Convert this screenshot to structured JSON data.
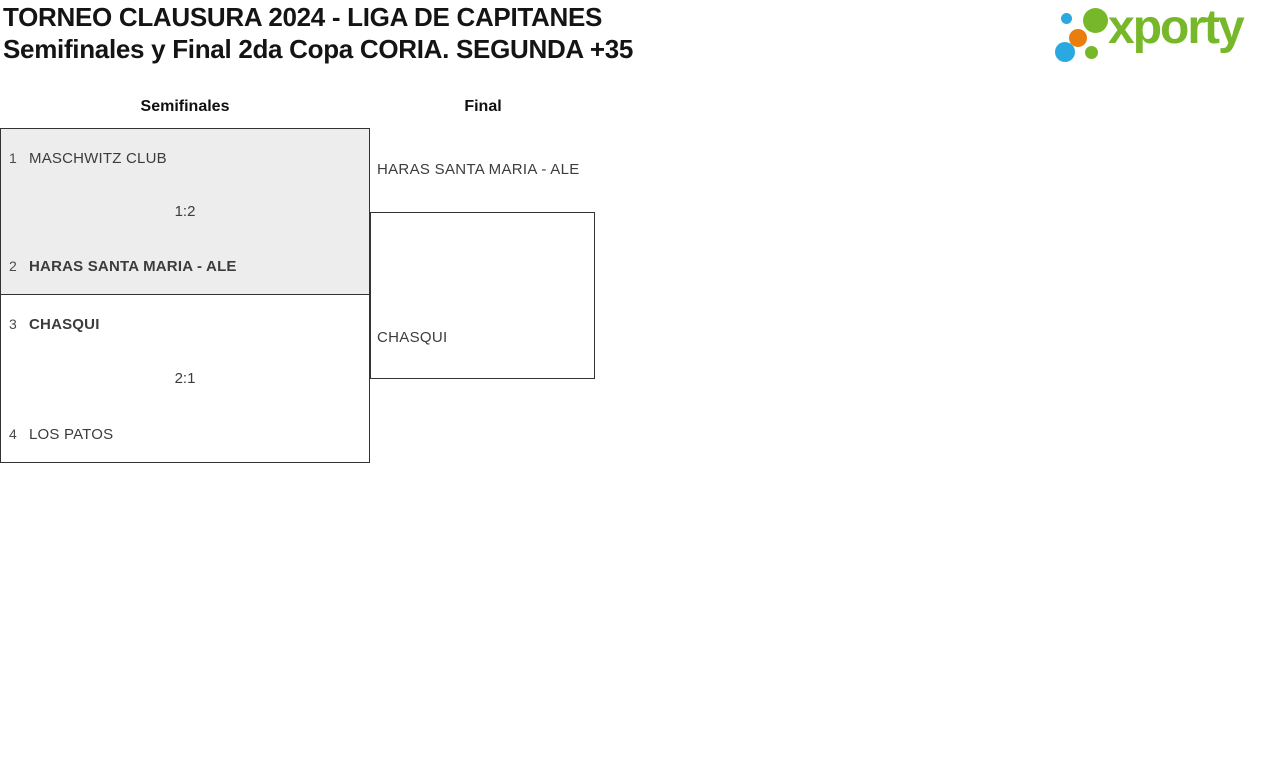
{
  "header": {
    "title": "TORNEO CLAUSURA 2024 - LIGA DE CAPITANES",
    "subtitle": "Semifinales y Final 2da Copa CORIA. SEGUNDA +35"
  },
  "logo": {
    "text": "xporty",
    "colors": {
      "green": "#76b829",
      "blue": "#2aa9e0",
      "orange": "#e97d0e"
    }
  },
  "bracket": {
    "rounds": [
      {
        "label": "Semifinales"
      },
      {
        "label": "Final"
      }
    ],
    "semifinals": [
      {
        "score": "1:2",
        "team1": {
          "seed": "1",
          "name": "MASCHWITZ CLUB",
          "winner": false
        },
        "team2": {
          "seed": "2",
          "name": "HARAS SANTA MARIA - ALE",
          "winner": true
        }
      },
      {
        "score": "2:1",
        "team1": {
          "seed": "3",
          "name": "CHASQUI",
          "winner": true
        },
        "team2": {
          "seed": "4",
          "name": "LOS PATOS",
          "winner": false
        }
      }
    ],
    "final": {
      "team1": "HARAS SANTA MARIA - ALE",
      "team2": "CHASQUI"
    }
  }
}
